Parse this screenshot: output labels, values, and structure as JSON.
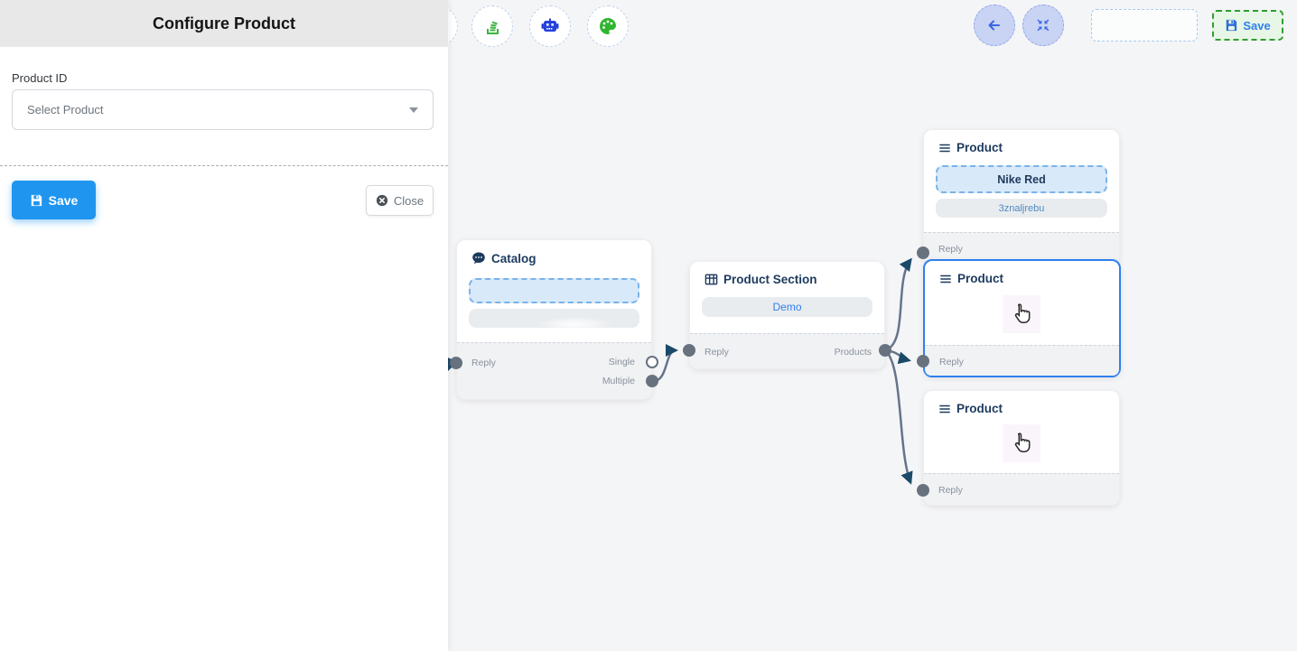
{
  "panel": {
    "title": "Configure Product",
    "field_label": "Product ID",
    "select_value": "Select Product",
    "save_label": "Save",
    "close_label": "Close"
  },
  "toolbar": {
    "icons": [
      "stack-icon",
      "robot-icon",
      "palette-icon"
    ]
  },
  "topbar": {
    "save_label": "Save",
    "icons": [
      "back-arrow-icon",
      "fit-view-icon"
    ]
  },
  "canvas": {
    "nodes": [
      {
        "type": "catalog",
        "title": "Catalog",
        "ports": {
          "reply": "Reply",
          "single": "Single",
          "multiple": "Multiple"
        }
      },
      {
        "type": "product-section",
        "title": "Product Section",
        "value": "Demo",
        "ports": {
          "reply": "Reply",
          "products": "Products"
        }
      },
      {
        "type": "product",
        "title": "Product",
        "value": "Nike Red",
        "code": "3znaljrebu",
        "ports": {
          "reply": "Reply"
        }
      },
      {
        "type": "product",
        "title": "Product",
        "selected": true,
        "ports": {
          "reply": "Reply"
        }
      },
      {
        "type": "product",
        "title": "Product",
        "ports": {
          "reply": "Reply"
        }
      }
    ]
  },
  "colors": {
    "accent_blue": "#1f95ef",
    "selection_blue": "#2f80ed",
    "link_blue": "#4c8ac2",
    "edge_gray": "#64748b",
    "arrow_navy": "#1b4a68",
    "green": "#2f9e2f",
    "light_green_bg": "#e7f6e7",
    "light_blue_fill": "#d8e9fa",
    "dashed_blue_border": "#7ab3e8",
    "canvas_bg": "#f4f5f7",
    "node_footer_bg": "#f0f2f4",
    "panel_header_bg": "#e8e8e9"
  }
}
